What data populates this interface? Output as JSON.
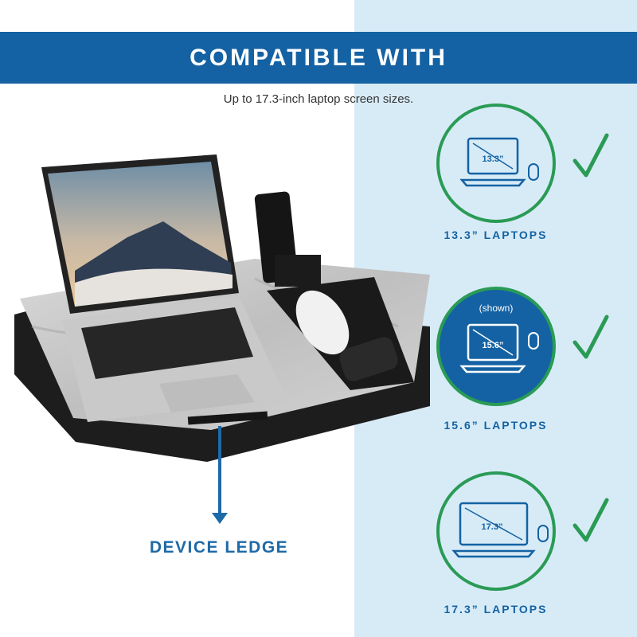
{
  "header": {
    "title": "COMPATIBLE WITH",
    "subtitle": "Up to 17.3-inch laptop screen sizes."
  },
  "colors": {
    "brand_blue": "#1462a3",
    "panel_light_blue": "#d7ebf7",
    "check_green": "#2a9b55"
  },
  "product": {
    "callout": "DEVICE LEDGE"
  },
  "compat": [
    {
      "size": "13.3”",
      "label": "13.3” LAPTOPS",
      "icon": "laptop-icon"
    },
    {
      "size": "15.6”",
      "label": "15.6” LAPTOPS",
      "note": "(shown)",
      "icon": "laptop-icon"
    },
    {
      "size": "17.3”",
      "label": "17.3” LAPTOPS",
      "icon": "laptop-icon"
    }
  ]
}
